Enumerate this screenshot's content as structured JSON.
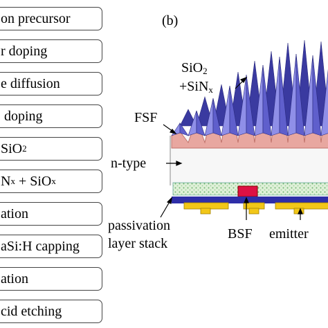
{
  "process_steps": [
    {
      "text": "on precursor"
    },
    {
      "text": "r doping"
    },
    {
      "text": "e diffusion"
    },
    {
      "text": " doping"
    },
    {
      "text": "SiO",
      "sub": "2"
    },
    {
      "text": "N",
      "sub": "x",
      "text2": " + SiO",
      "sub2": "x"
    },
    {
      "text": "ation"
    },
    {
      "text": "aSi:H capping"
    },
    {
      "text": "ation"
    },
    {
      "text": "cid etching"
    }
  ],
  "panel_label": "(b)",
  "labels": {
    "sio2_line1": "SiO",
    "sio2_line1_sub": "2",
    "sio2_line2": "+SiN",
    "sio2_line2_sub": "x",
    "fsf": "FSF",
    "ntype": "n-type",
    "passivation_line1": "passivation",
    "passivation_line2": "layer stack",
    "bsf": "BSF",
    "emitter": "emitter"
  },
  "colors": {
    "pyramid_light": "#8f8fe8",
    "pyramid_mid": "#5f5fcc",
    "pyramid_dark": "#3a3aa0",
    "fsf_layer": "#e8a7a0",
    "passivation_layer": "#cfe8c8",
    "bsf": "#dd1144",
    "contact_metal": "#f2c718",
    "back_dielectric": "#2e2ea8"
  }
}
